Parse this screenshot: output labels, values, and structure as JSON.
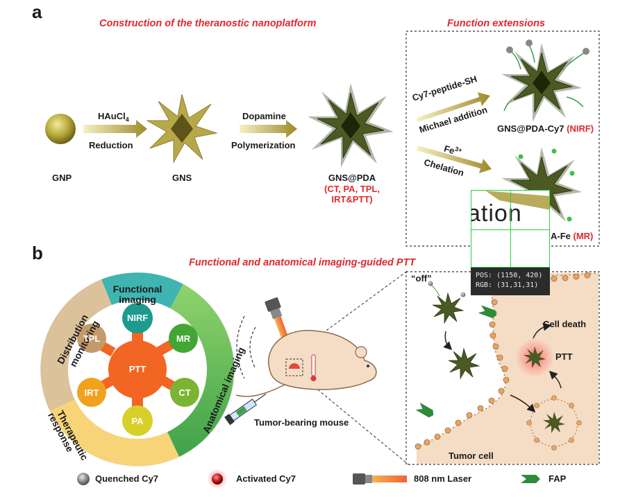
{
  "panel_a": {
    "letter": "a",
    "title_left": "Construction of the theranostic nanoplatform",
    "title_right": "Function extensions",
    "gnp_label": "GNP",
    "gns_label": "GNS",
    "arrow1_top": "HAuCl",
    "arrow1_top_sub": "4",
    "arrow1_bottom": "Reduction",
    "arrow2_top": "Dopamine",
    "arrow2_bottom": "Polymerization",
    "gnspda_label": "GNS@PDA",
    "gnspda_functions_line1": "(CT, PA, TPL,",
    "gnspda_functions_line2": "IRT&PTT)",
    "ext1_top": "Cy7-peptide-SH",
    "ext1_bottom": "Michael addition",
    "ext1_product": "GNS@PDA-Cy7",
    "ext1_product_tag": "(NIRF)",
    "ext2_top": "Fe",
    "ext2_top_sup": "3+",
    "ext2_bottom": "Chelation",
    "ext2_product": "A-Fe",
    "ext2_product_tag": "(MR)"
  },
  "panel_b": {
    "letter": "b",
    "title": "Functional and anatomical imaging-guided PTT",
    "ring_segments": [
      "Functional imaging",
      "Anatomical imaging",
      "Therapeutic response",
      "Distribution monitoring"
    ],
    "ring_functional_line1": "Functional",
    "ring_functional_line2": "imaging",
    "ring_anatomical": "Anatomical imaging",
    "ring_therapeutic_line1": "Therapeutic",
    "ring_therapeutic_line2": "response",
    "ring_distribution_line1": "Distribution",
    "ring_distribution_line2": "monitoring",
    "center": "PTT",
    "modalities": [
      "NIRF",
      "MR",
      "CT",
      "PA",
      "IRT",
      "TPL"
    ],
    "mouse_label": "Tumor-bearing mouse",
    "off_label": "“off”",
    "cell_death": "Cell death",
    "ptt_label": "PTT",
    "tumor_cell": "Tumor cell"
  },
  "legend": {
    "quenched": "Quenched Cy7",
    "activated": "Activated Cy7",
    "laser": "808 nm Laser",
    "fap": "FAP"
  },
  "inspector": {
    "zoom_text": "ation",
    "pos_label": "POS:",
    "pos_value": "(1150, 420)",
    "rgb_label": "RGB:",
    "rgb_value": "(31,31,31)"
  },
  "colors": {
    "title_red": "#e0282e",
    "gold": "#b7a84a",
    "dark_star": "#3b4a1c",
    "ring_teal": "#3fb4b0",
    "ring_green": "#6cc04a",
    "ring_yellow": "#f2c75c",
    "ring_tan": "#d9b98c",
    "ptt_orange": "#f26522",
    "cell_fill": "#f5dcc4",
    "zoom_green": "#2ecc40"
  }
}
